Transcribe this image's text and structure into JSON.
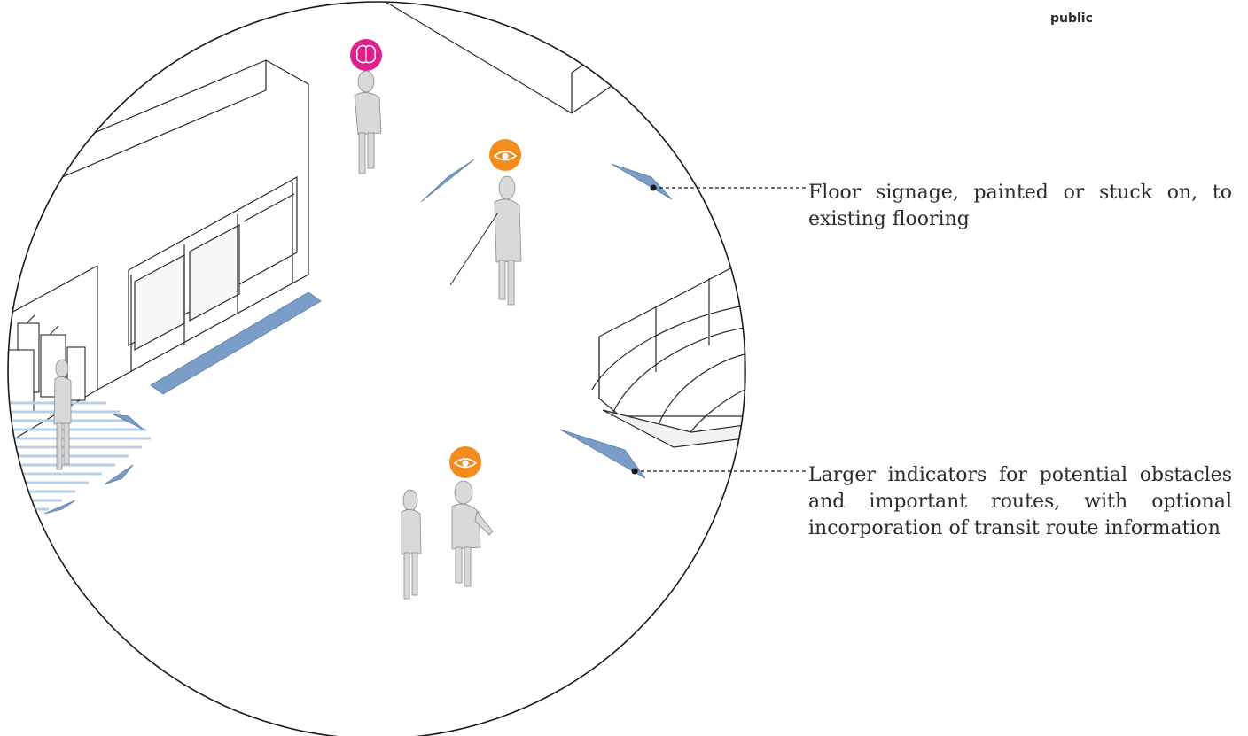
{
  "corner_label": "public",
  "callouts": [
    {
      "text": "Floor signage, painted or stuck on, to existing flooring"
    },
    {
      "text": "Larger indicators for potential obstacles and important routes, with optional incorporation of transit route information"
    }
  ],
  "icons": [
    {
      "name": "brain-icon",
      "color": "#e0208c"
    },
    {
      "name": "eye-icon",
      "color": "#f28c1e"
    },
    {
      "name": "eye-icon",
      "color": "#f28c1e"
    }
  ],
  "colors": {
    "signage_blue": "#7a9ec8",
    "signage_stripe": "#b8cfe6",
    "line": "#2a2a2a",
    "figure_fill": "#d9d9d9"
  }
}
